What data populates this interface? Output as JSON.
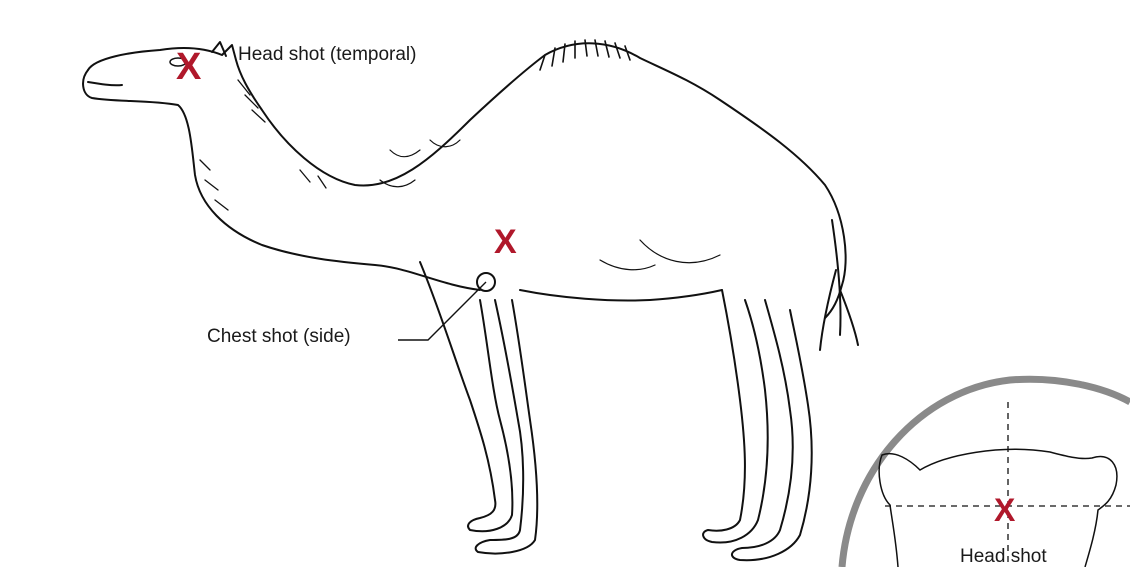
{
  "labels": {
    "head_temporal": "Head shot (temporal)",
    "chest_side": "Chest shot (side)",
    "head_front": "Head shot"
  },
  "marker_symbol": "X",
  "colors": {
    "marker": "#b0182b",
    "outline": "#111111",
    "inset_ring": "#8a8a8a",
    "background": "#ffffff"
  }
}
